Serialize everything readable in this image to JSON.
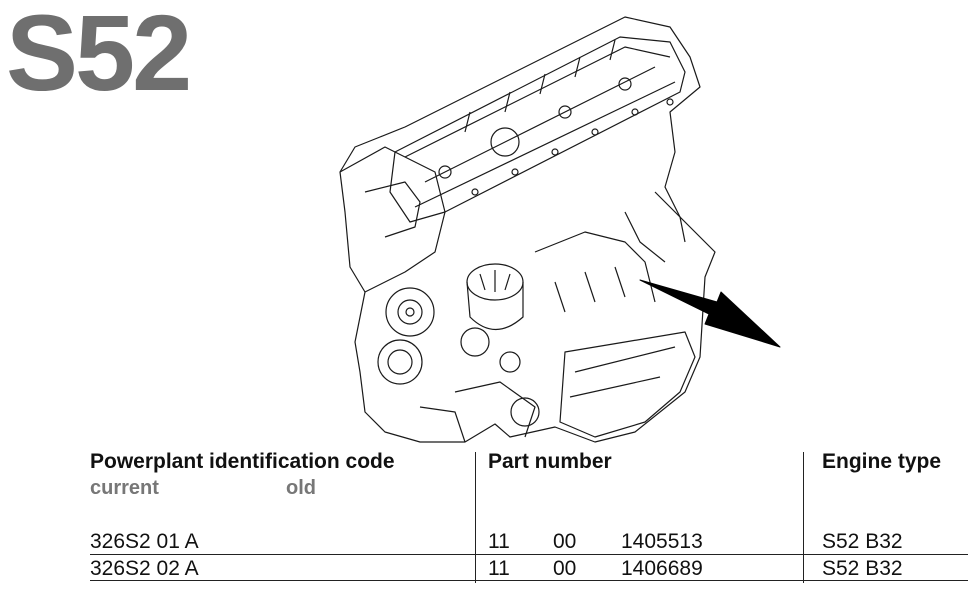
{
  "engine_code": "S52",
  "table": {
    "headers": {
      "identification": "Powerplant identification code",
      "current": "current",
      "old": "old",
      "part_number": "Part number",
      "engine_type": "Engine type"
    },
    "rows": [
      {
        "code": "326S2 01 A",
        "group": "11",
        "subgroup": "00",
        "number": "1405513",
        "engine_type": "S52 B32"
      },
      {
        "code": "326S2 02 A",
        "group": "11",
        "subgroup": "00",
        "number": "1406689",
        "engine_type": "S52 B32"
      }
    ]
  }
}
